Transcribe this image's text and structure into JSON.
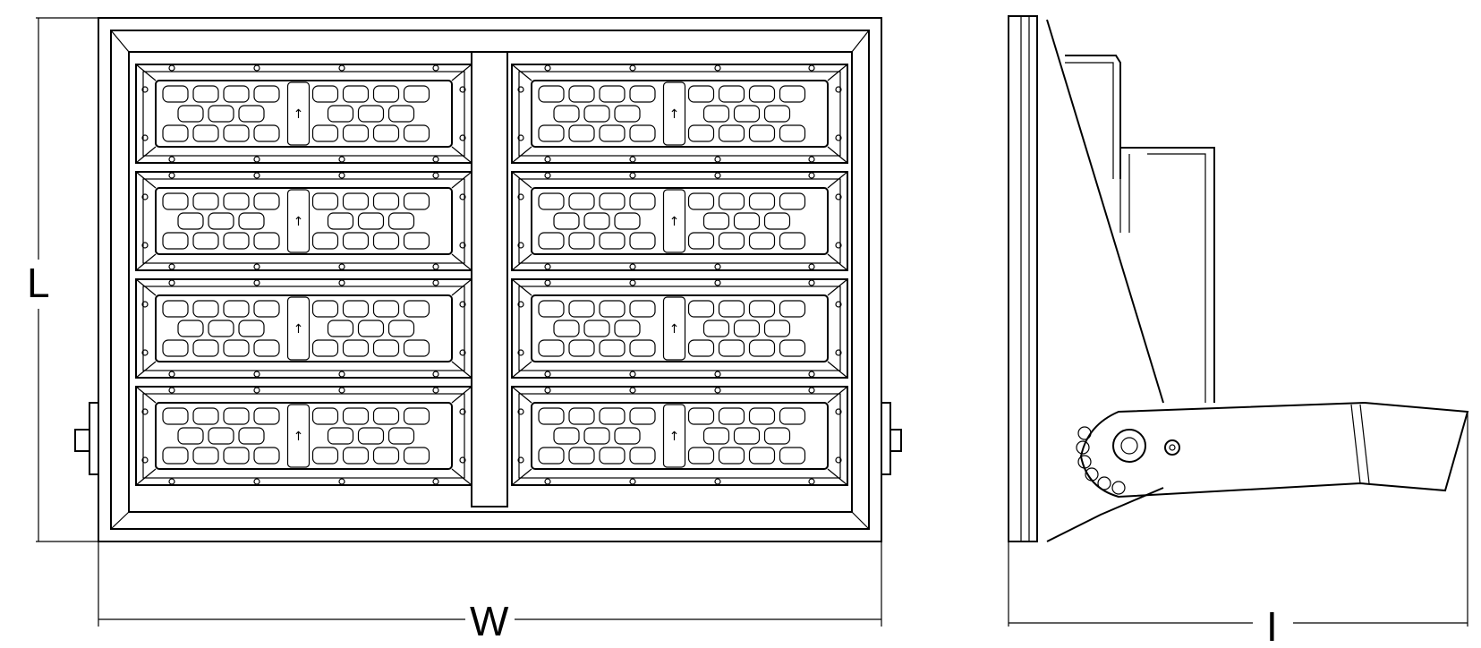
{
  "labels": {
    "length": "L",
    "width": "W",
    "depth": "I"
  },
  "front_view": {
    "module_columns": 2,
    "module_rows": 4,
    "arrow_glyph": "↑"
  }
}
